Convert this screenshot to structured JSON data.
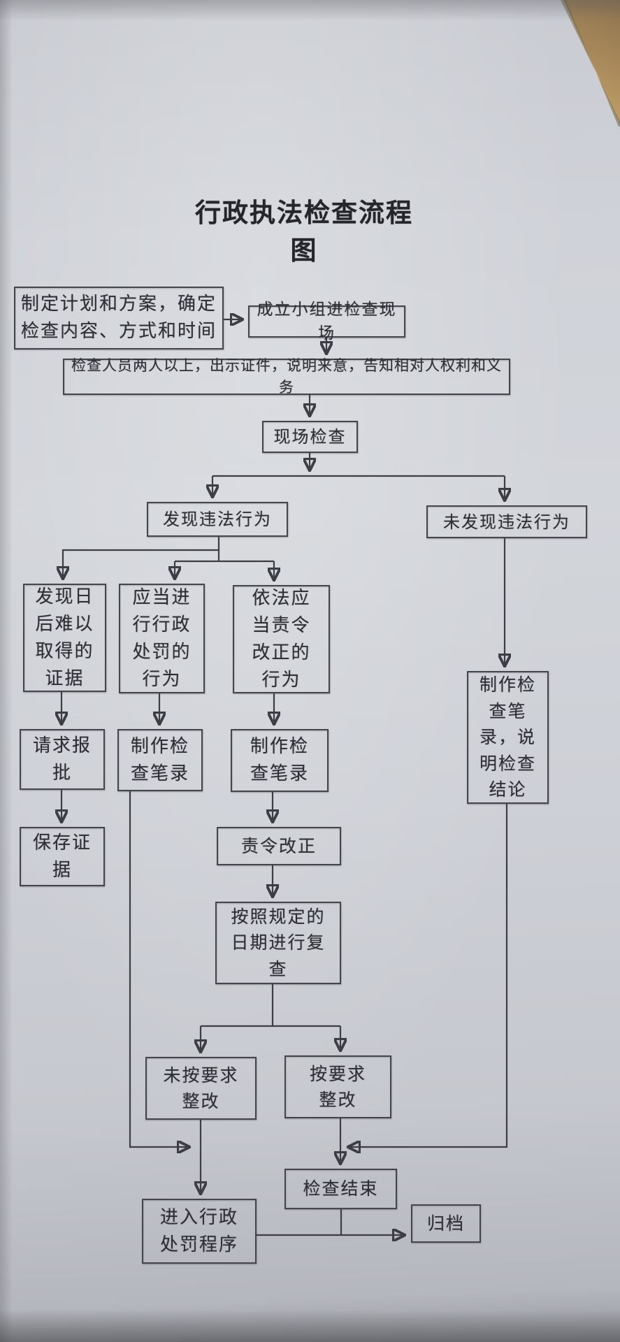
{
  "title": "行政执法检查流程图",
  "colors": {
    "ink": "#3d3e45",
    "paper": "#cfd2d8",
    "desk_corner": "#a98a5c"
  },
  "nodes": {
    "plan": {
      "label": "制定计划和方案，确定检查内容、方式和时间"
    },
    "team": {
      "label": "成立小组进检查现场"
    },
    "notice": {
      "label": "检查人员两人以上，出示证件，说明来意，告知相对人权利和义务"
    },
    "onsite": {
      "label": "现场检查"
    },
    "found": {
      "label": "发现违法行为"
    },
    "notfound": {
      "label": "未发现违法行为"
    },
    "evidence": {
      "label": "发现日后难以取得的证据"
    },
    "punishable": {
      "label": "应当进行行政处罚的行为"
    },
    "correctable": {
      "label": "依法应当责令改正的行为"
    },
    "record_conclusion": {
      "label": "制作检查笔录，说明检查结论"
    },
    "request": {
      "label": "请求报批"
    },
    "record_punish": {
      "label": "制作检查笔录"
    },
    "record_correct": {
      "label": "制作检查笔录"
    },
    "save": {
      "label": "保存证据"
    },
    "order": {
      "label": "责令改正"
    },
    "recheck": {
      "label": "按照规定的日期进行复查"
    },
    "nofix": {
      "label": "未按要求整改"
    },
    "fix": {
      "label": "按要求整改"
    },
    "end": {
      "label": "检查结束"
    },
    "punish": {
      "label": "进入行政处罚程序"
    },
    "archive": {
      "label": "归档"
    }
  }
}
